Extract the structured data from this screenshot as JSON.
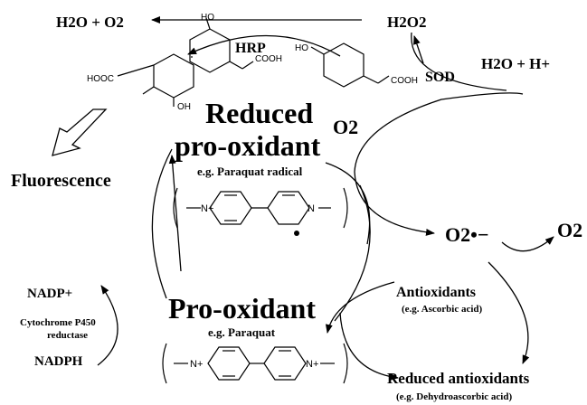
{
  "labels": {
    "h2o_o2": "H2O + O2",
    "h2o2": "H2O2",
    "hrp": "HRP",
    "sod": "SOD",
    "h2o_h": "H2O + H+",
    "o2_top": "O2",
    "superoxide": "O2•−",
    "o2_right": "O2",
    "reduced_title_1": "Reduced",
    "reduced_title_2": "pro-oxidant",
    "reduced_example": "e.g. Paraquat radical",
    "fluorescence": "Fluorescence",
    "pro_oxidant_title": "Pro-oxidant",
    "pro_oxidant_example": "e.g. Paraquat",
    "antioxidants": "Antioxidants",
    "antioxidants_example": "(e.g. Ascorbic acid)",
    "reduced_antioxidants": "Reduced antioxidants",
    "reduced_antioxidants_example": "(e.g. Dehydroascorbic acid)",
    "nadp": "NADP+",
    "cyp_1": "Cytochrome P450",
    "cyp_2": "reductase",
    "nadph": "NADPH"
  },
  "chem": {
    "hooc": "HOOC",
    "cooh_a": "COOH",
    "cooh_b": "COOH",
    "oh_top": "HO",
    "oh_bottom": "OH",
    "ho_substrate": "HO",
    "n_plus": "N+",
    "n_radical": "N",
    "n_plus_left": "N+",
    "n_plus_right": "N+"
  }
}
